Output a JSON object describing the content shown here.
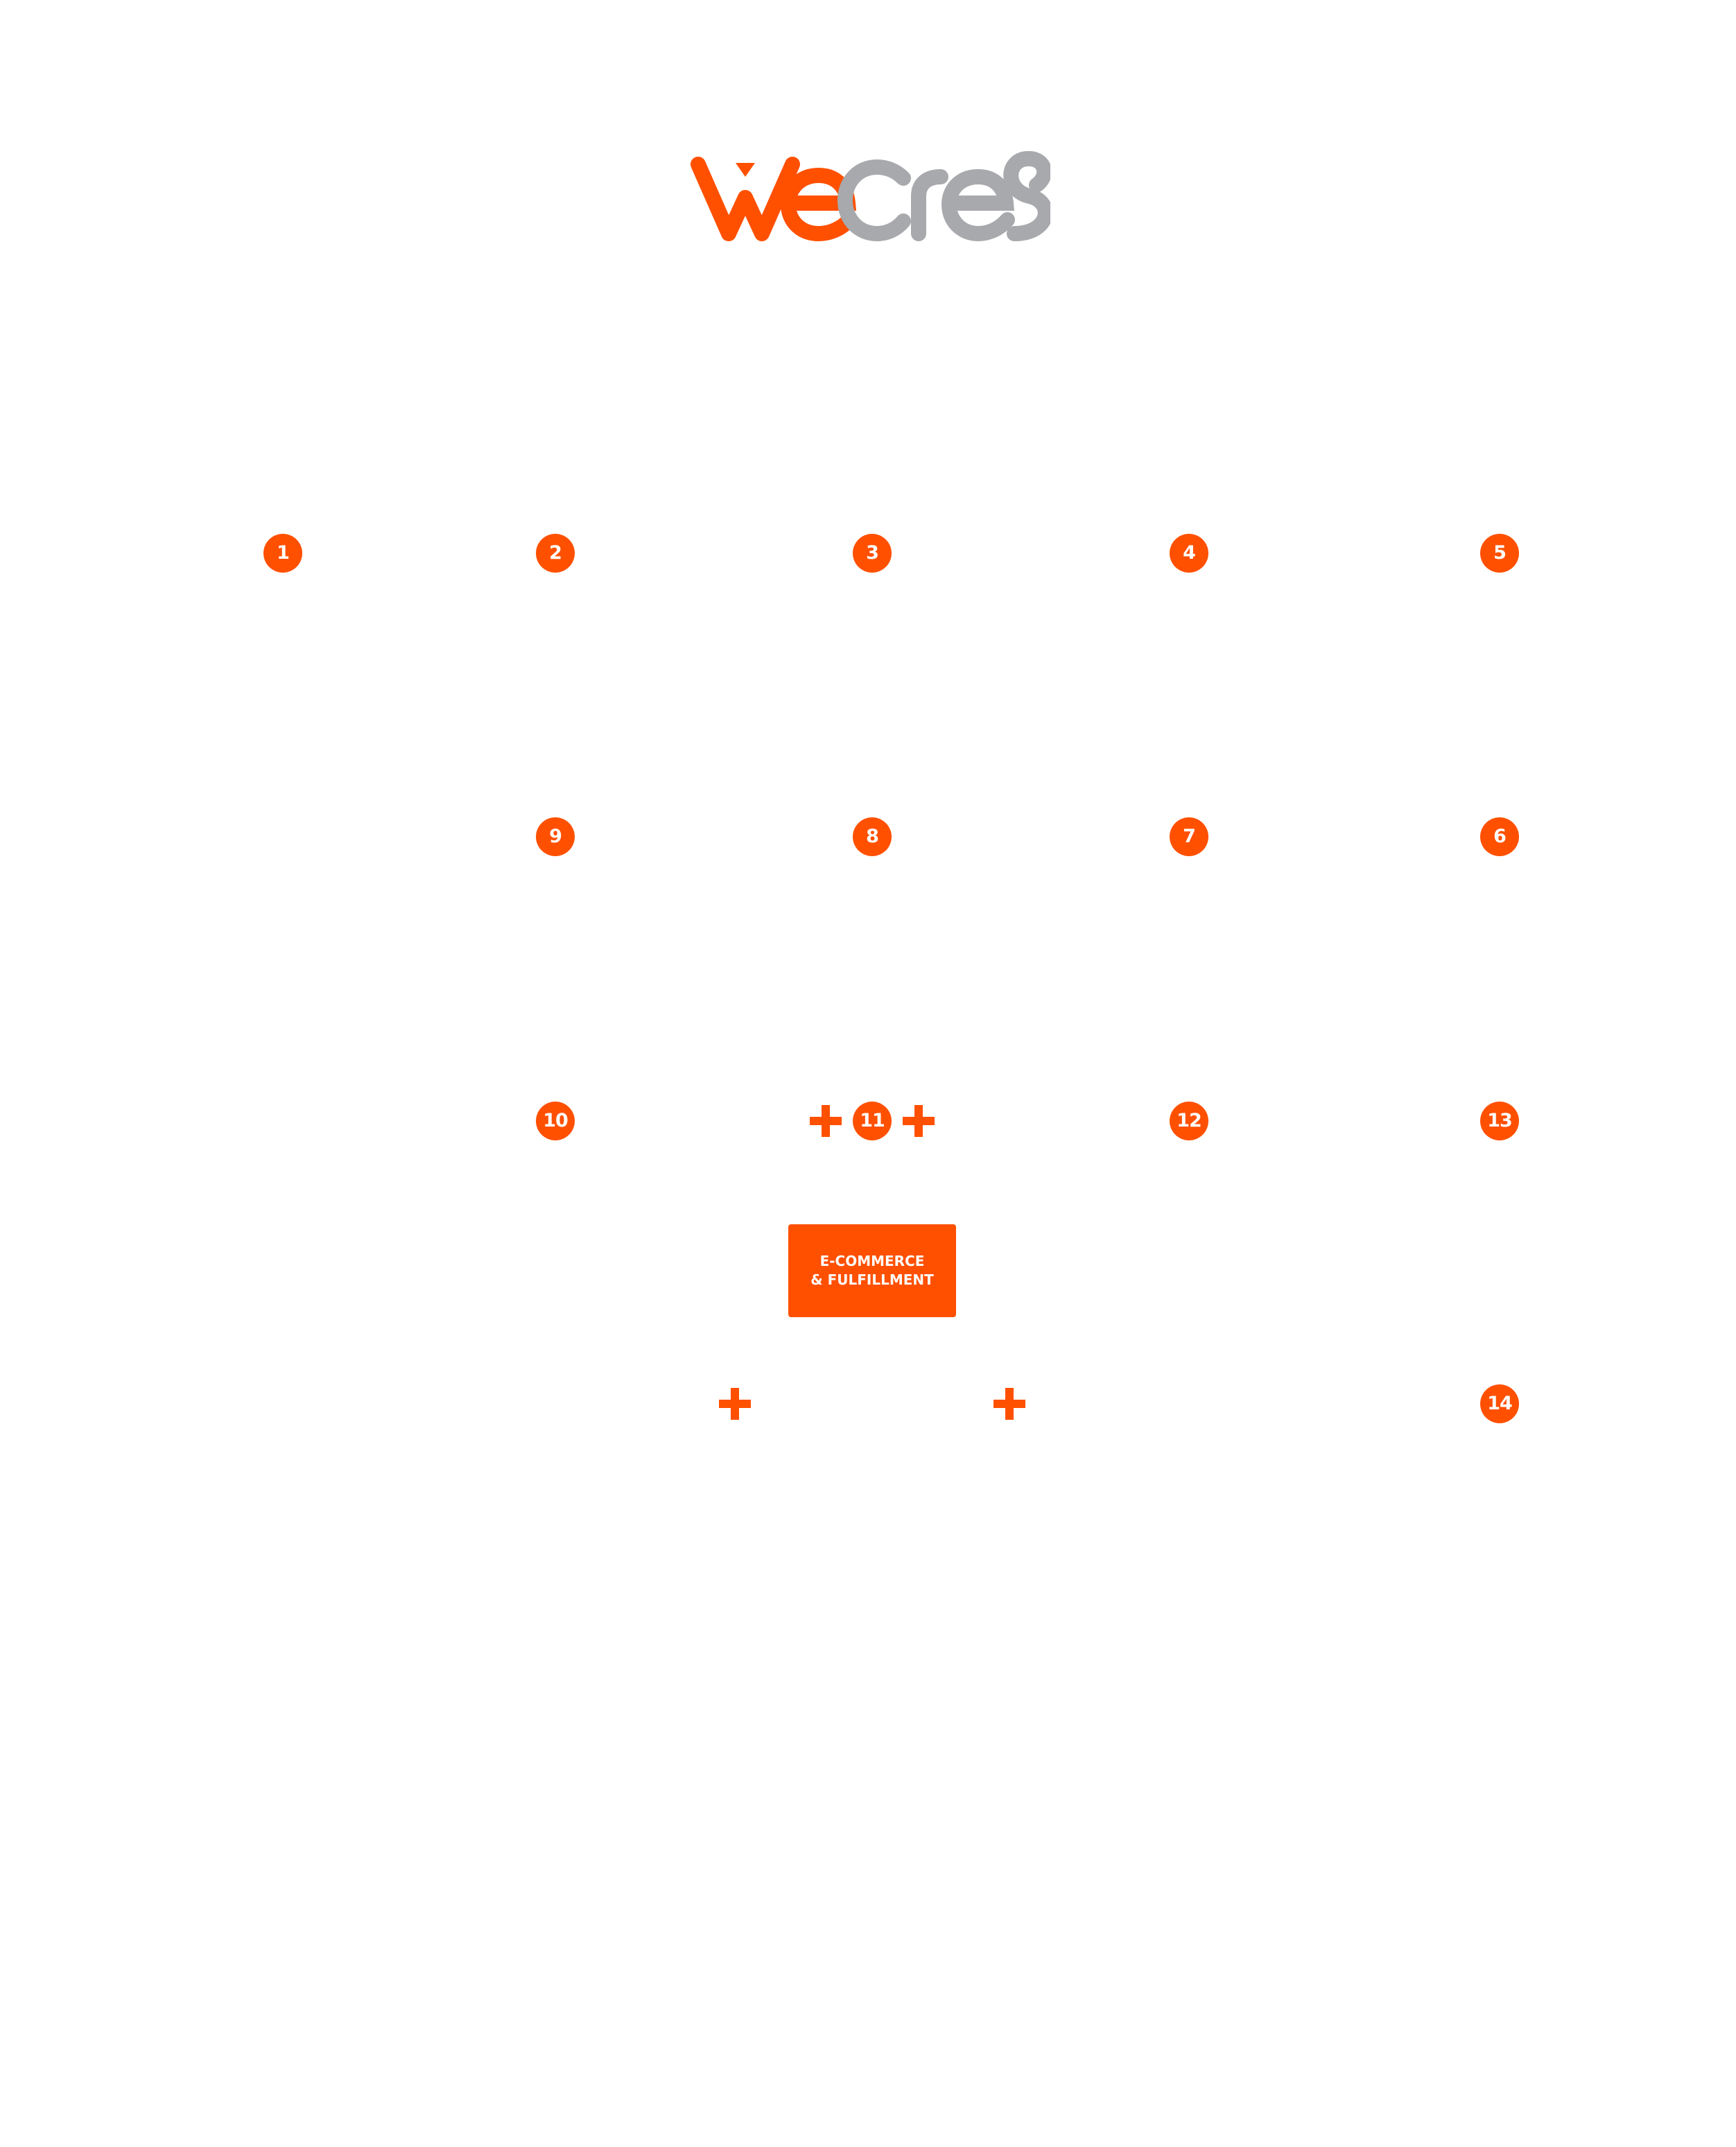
{
  "logo": {
    "text": "WeCre8",
    "colors": {
      "primary": "#ff5000",
      "secondary": "#a7a9ac"
    }
  },
  "steps": {
    "s1": "1",
    "s2": "2",
    "s3": "3",
    "s4": "4",
    "s5": "5",
    "s6": "6",
    "s7": "7",
    "s8": "8",
    "s9": "9",
    "s10": "10",
    "s11": "11",
    "s12": "12",
    "s13": "13",
    "s14": "14"
  },
  "ecommerce": {
    "line1": "E-COMMERCE",
    "line2": "& FULFILLMENT"
  },
  "icons": {
    "plus": "plus-icon"
  },
  "colors": {
    "accent": "#ff5000",
    "logo_gray": "#a7a9ac",
    "background": "#ffffff",
    "text_on_accent": "#ffffff"
  }
}
